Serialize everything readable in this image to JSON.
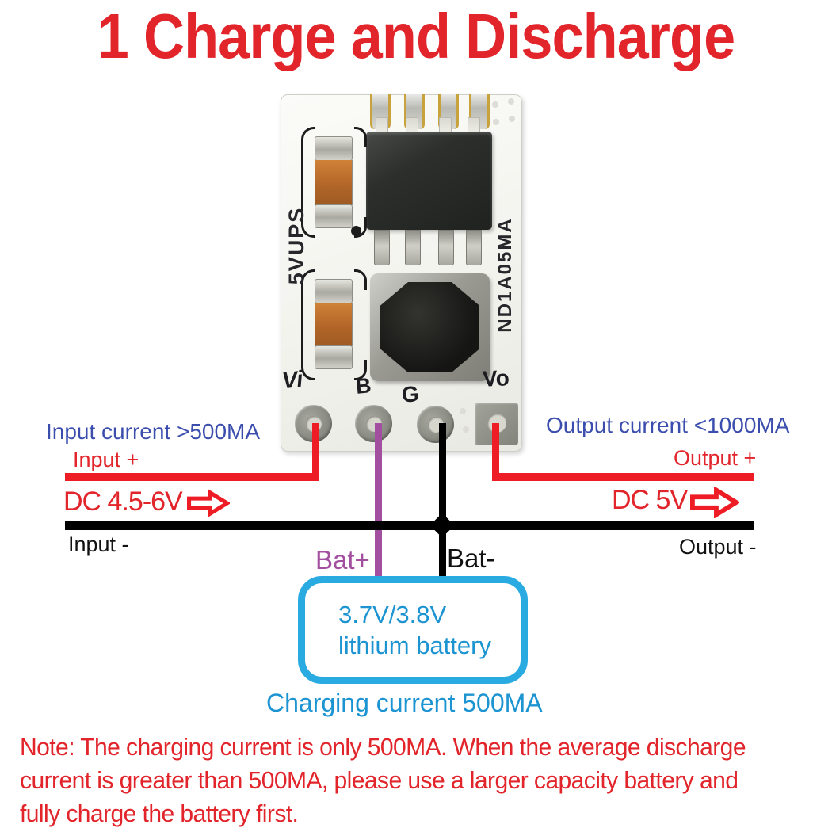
{
  "title": "1 Charge and Discharge",
  "module": {
    "silkscreen_left": "5VUPS",
    "silkscreen_right": "ND1A05MA",
    "pin_labels": {
      "vi": "Vi",
      "b": "B",
      "g": "G",
      "vo": "Vo"
    }
  },
  "input_side": {
    "current_note": "Input current >500MA",
    "positive_label": "Input +",
    "voltage_label": "DC 4.5-6V",
    "negative_label": "Input -"
  },
  "output_side": {
    "current_note": "Output current <1000MA",
    "positive_label": "Output +",
    "voltage_label": "DC 5V",
    "negative_label": "Output -"
  },
  "battery": {
    "positive_label": "Bat+",
    "negative_label": "Bat-",
    "spec_line1": "3.7V/3.8V",
    "spec_line2": "lithium battery",
    "charging_note": "Charging current 500MA"
  },
  "note": {
    "line1": "Note: The charging current is only 500MA. When the average discharge",
    "line2": "current is greater than 500MA, please use a larger capacity battery and",
    "line3": "fully charge the battery first."
  },
  "colors": {
    "text_red": "#e2242b",
    "wire_red": "#ee1c25",
    "label_blue": "#3b4eae",
    "wire_purple": "#a34f9f",
    "battery_border_cyan": "#29abe2",
    "battery_text_cyan": "#1d94d2",
    "wire_black": "#000000"
  },
  "icons": {
    "input_arrow": "arrow-right-icon",
    "output_arrow": "arrow-right-icon"
  }
}
